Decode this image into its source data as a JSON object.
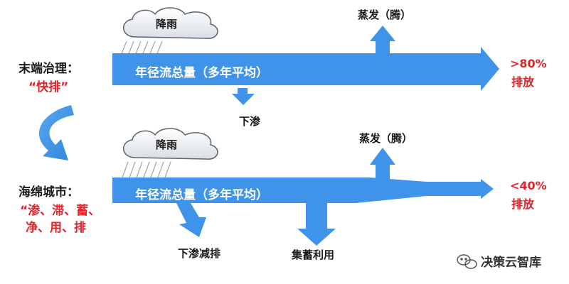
{
  "top": {
    "label_title": "末端治理：",
    "label_method": "“快排”",
    "cloud_text": "降雨",
    "flow_text": "年径流总量（多年平均）",
    "evaporation": "蒸发（腾）",
    "infiltration": "下渗",
    "discharge_pct": ">80%",
    "discharge_label": "排放"
  },
  "bottom": {
    "label_title": "海绵城市：",
    "label_line1": "“渗、滞、蓄、",
    "label_line2": "净、用、排",
    "cloud_text": "降雨",
    "flow_text": "年径流总量（多年平均）",
    "evaporation": "蒸发（腾）",
    "infiltration": "下渗减排",
    "storage": "集蓄利用",
    "discharge_pct": "<40%",
    "discharge_label": "排放"
  },
  "watermark": "决策云智库",
  "colors": {
    "flow_blue": "#3f93e8",
    "red_text": "#e0242b"
  }
}
